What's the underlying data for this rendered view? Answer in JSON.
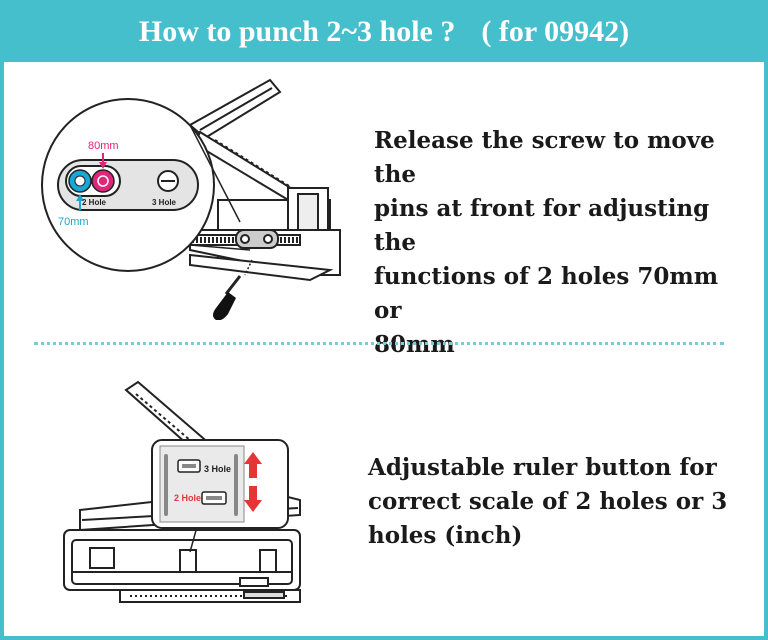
{
  "header": {
    "title": "How to punch 2~3 hole ?",
    "model": "( for 09942)"
  },
  "section1": {
    "lines": [
      "Release the screw to move the",
      "pins at front for adjusting the",
      "functions of 2 holes 70mm or",
      "80mm"
    ],
    "callout": {
      "label_top": "80mm",
      "label_bottom": "70mm",
      "label_2hole": "2 Hole",
      "label_3hole": "3 Hole"
    }
  },
  "section2": {
    "lines": [
      "Adjustable ruler button for",
      "correct scale of 2 holes or 3",
      "holes (inch)"
    ],
    "callout": {
      "label_3hole": "3 Hole",
      "label_2hole": "2 Hole"
    }
  },
  "colors": {
    "accent": "#46bfcc",
    "magenta": "#e0267a",
    "cyan": "#1aa6d6",
    "red": "#e53535"
  }
}
